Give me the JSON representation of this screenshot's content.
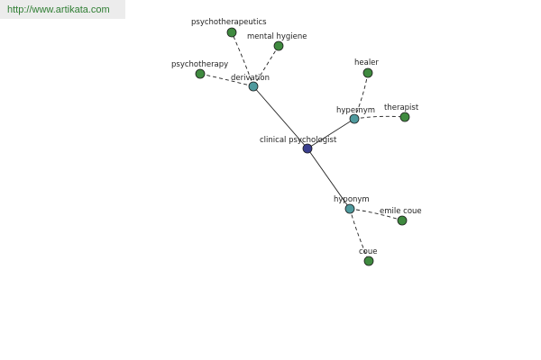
{
  "site": {
    "url": "http://www.artikata.com"
  },
  "colors": {
    "root": "#3a3f8f",
    "category": "#4f9a9e",
    "leaf": "#3f8a3f",
    "edge": "#222222"
  },
  "graph": {
    "root": "clinical psychologist",
    "categories": [
      "derivation",
      "hypernym",
      "hyponym"
    ],
    "leaves": {
      "derivation": [
        "psychotherapeutics",
        "mental hygiene",
        "psychotherapy"
      ],
      "hypernym": [
        "healer",
        "therapist"
      ],
      "hyponym": [
        "emile coue",
        "coue"
      ]
    }
  }
}
